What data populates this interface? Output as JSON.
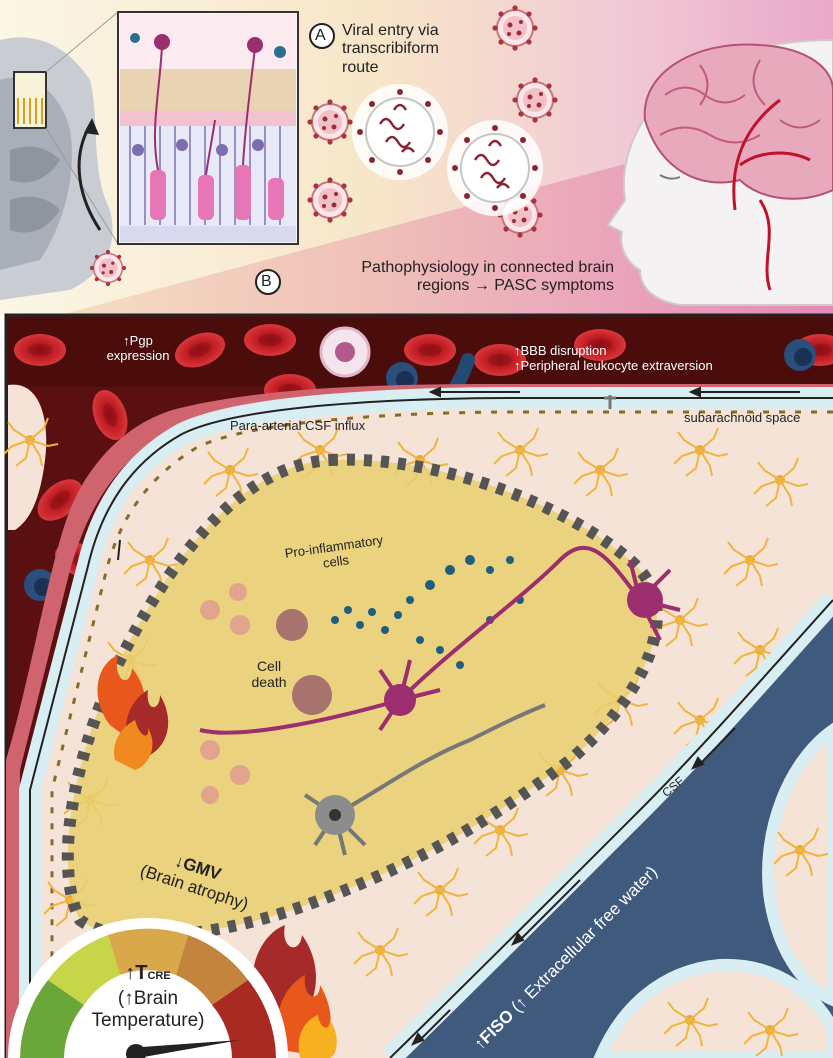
{
  "panel_a": {
    "letter": "A",
    "line1": "Viral entry via",
    "line2": "transcribiform",
    "line3": "route"
  },
  "panel_b": {
    "letter": "B",
    "line1": "Pathophysiology in connected brain",
    "line2": "regions → PASC symptoms"
  },
  "labels": {
    "pgp_1": "↑Pgp",
    "pgp_2": "expression",
    "bbb_1": "↑BBB disruption",
    "bbb_2": "↑Peripheral leukocyte extraversion",
    "subarachnoid": "subarachnoid space",
    "csf_influx": "Para-arterial CSF influx",
    "proinflam_1": "Pro-inflammatory",
    "proinflam_2": "cells",
    "cell_death_1": "Cell",
    "cell_death_2": "death",
    "gmv_1": "↓GMV",
    "gmv_2": "(Brain atrophy)",
    "csf": "CSF",
    "fiso_bold": "↑FISO",
    "fiso_rest": "(↑ Extracellular free water)",
    "tcre_arrow": "↑",
    "tcre_T": "T",
    "tcre_sub": "CRE",
    "temp_1": "(↑Brain",
    "temp_2": "Temperature)"
  },
  "colors": {
    "vessel": "#5a1010",
    "rbc": "#c41f24",
    "tissue": "#f4e3d6",
    "lesion": "#e8cf6e",
    "csf_band": "#d8eef3",
    "ventricle": "#3f5a7c",
    "neuron": "#9c2d6e",
    "astrocyte": "#f0b540",
    "flame": "#e8581c"
  },
  "icons": [
    "nasal-cavity-icon",
    "olfactory-epithelium-icon",
    "virus-icon",
    "head-profile-icon",
    "brain-icon",
    "flame-icon",
    "thermometer-gauge-icon",
    "neuron-icon",
    "astrocyte-icon",
    "red-blood-cell-icon",
    "leukocyte-icon"
  ]
}
